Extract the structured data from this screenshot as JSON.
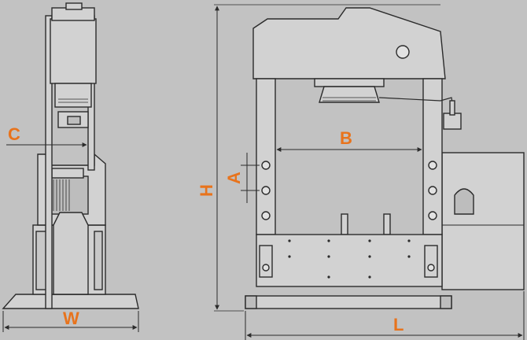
{
  "colors": {
    "background": "#c2c2c2",
    "machine_fill": "#d2d2d2",
    "machine_stroke": "#2b2b2b",
    "dimension_label": "#e8731c",
    "dimension_line": "#2b2b2b"
  },
  "dimensions": {
    "c": "C",
    "w": "W",
    "h": "H",
    "a": "A",
    "b": "B",
    "l": "L"
  }
}
